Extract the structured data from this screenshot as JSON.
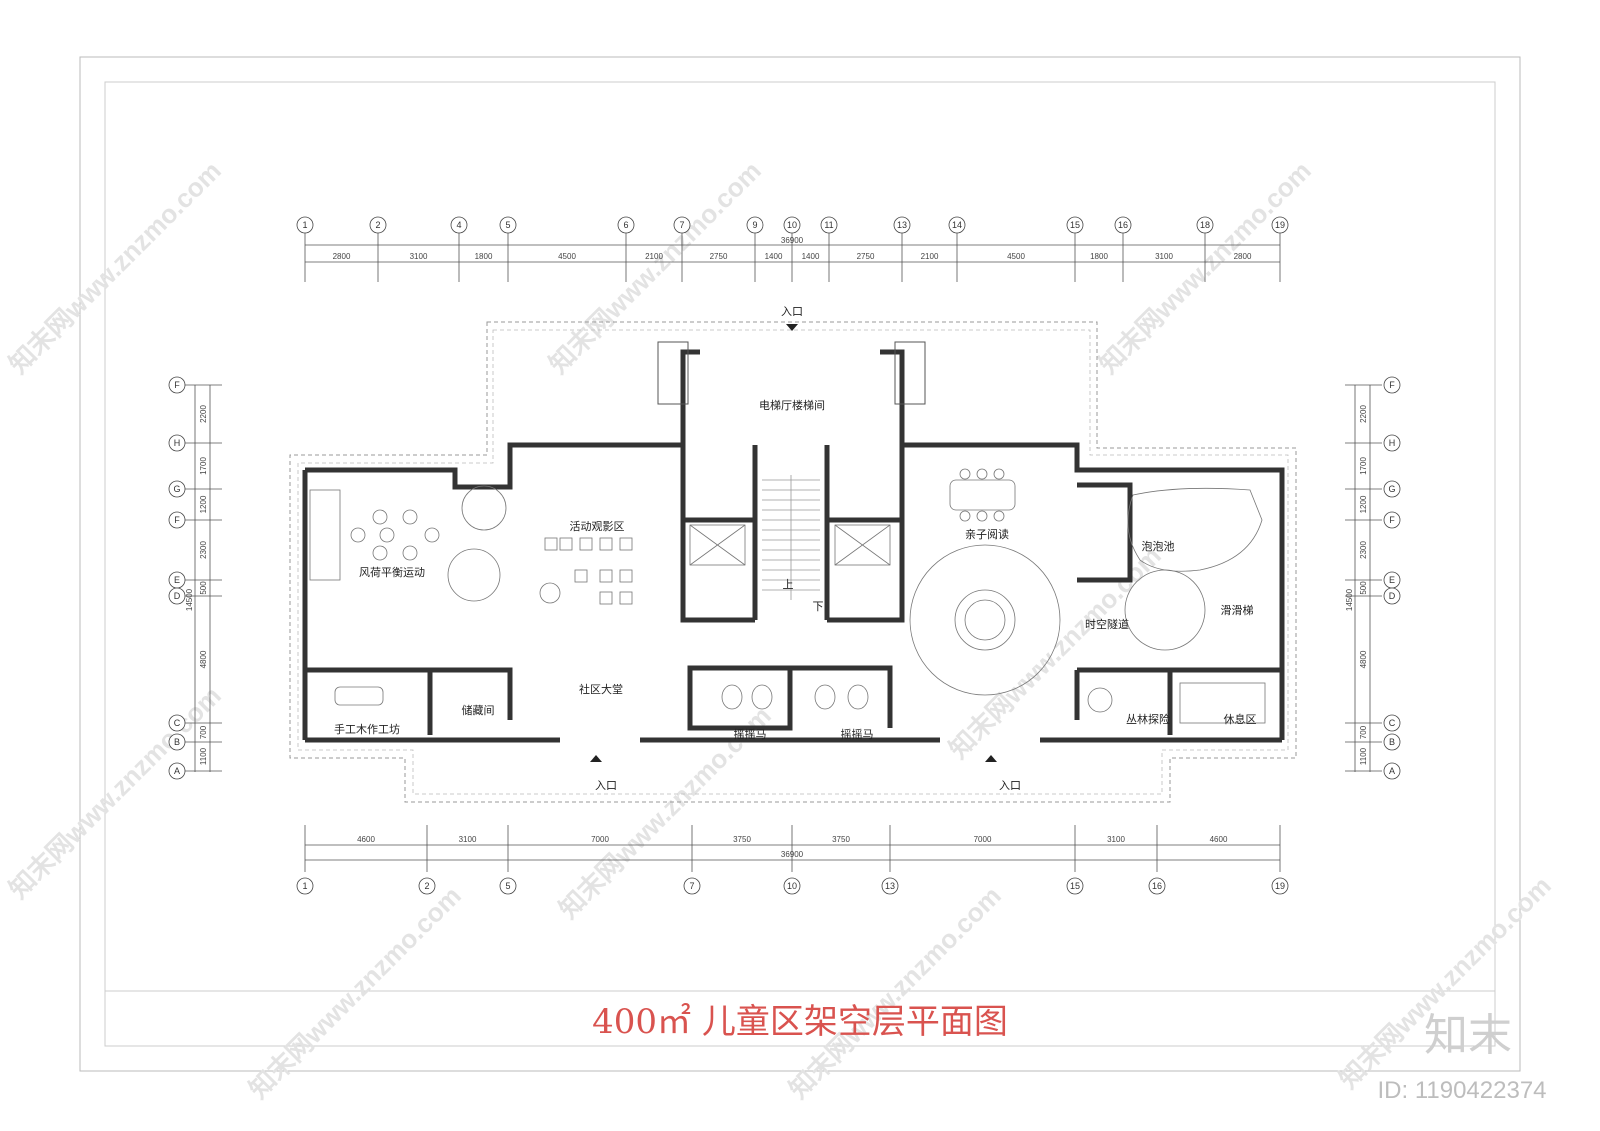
{
  "title": "400㎡ 儿童区架空层平面图",
  "logo": "知末",
  "image_id": "ID: 1190422374",
  "watermark": "知末网www.znzmo.com",
  "rooms": {
    "entrance_top": "入口",
    "elevator_hall": "电梯厅楼梯间",
    "activity_viewing": "活动观影区",
    "parent_child_reading": "亲子阅读",
    "lotus_balance": "风荷平衡运动",
    "bubble_pool": "泡泡池",
    "time_tunnel": "时空隧道",
    "slide": "滑滑梯",
    "community_hall": "社区大堂",
    "storage": "储藏间",
    "woodwork": "手工木作工坊",
    "rocking_horse_1": "摇摇马",
    "rocking_horse_2": "摇摇马",
    "jungle_adventure": "丛林探险",
    "rest_area": "休息区",
    "entrance_bottom_left": "入口",
    "entrance_bottom_right": "入口",
    "stair_up": "上",
    "stair_down": "下"
  },
  "top_axes": [
    "1",
    "2",
    "4",
    "5",
    "6",
    "7",
    "9",
    "10",
    "11",
    "13",
    "14",
    "15",
    "16",
    "18",
    "19"
  ],
  "top_dims": [
    "2800",
    "3100",
    "1800",
    "4500",
    "2100",
    "2750",
    "1400",
    "1400",
    "2750",
    "2100",
    "4500",
    "1800",
    "3100",
    "2800"
  ],
  "top_total": "36900",
  "bottom_axes": [
    "1",
    "2",
    "5",
    "7",
    "10",
    "13",
    "15",
    "16",
    "19"
  ],
  "bottom_dims": [
    "4600",
    "3100",
    "7000",
    "3750",
    "3750",
    "7000",
    "3100",
    "4600"
  ],
  "bottom_total": "36900",
  "side_axes": [
    "F",
    "H",
    "G",
    "F",
    "E",
    "D",
    "C",
    "B",
    "A"
  ],
  "side_dims": [
    "2200",
    "1700",
    "1200",
    "2300",
    "500",
    "4800",
    "700",
    "1100"
  ],
  "side_total": "14500"
}
